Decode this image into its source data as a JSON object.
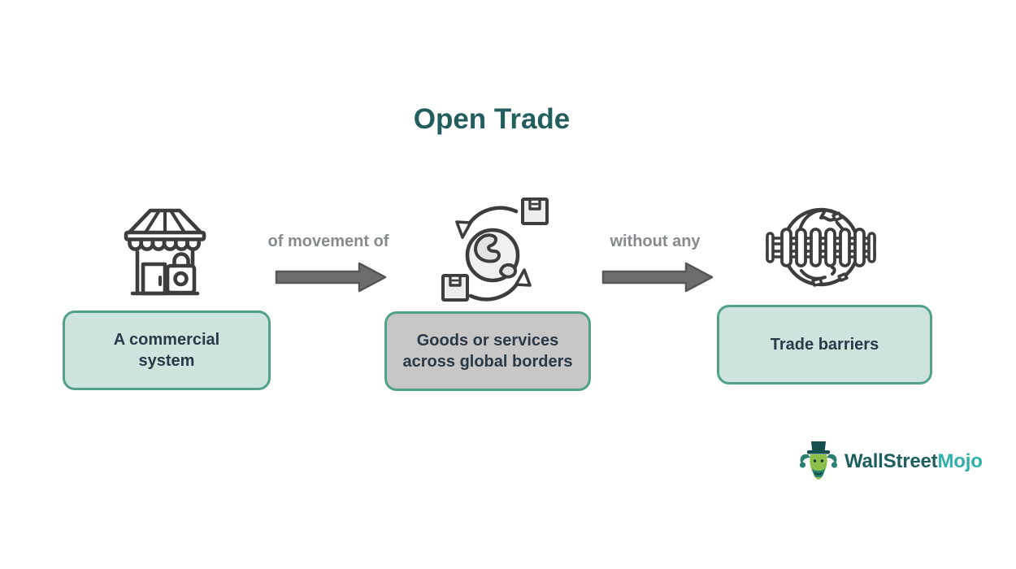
{
  "title": "Open Trade",
  "flow": {
    "nodes": [
      {
        "label": "A commercial system",
        "icon": "storefront-icon",
        "style": "mint"
      },
      {
        "label": "Goods or services across global borders",
        "icon": "global-trade-icon",
        "style": "gray"
      },
      {
        "label": "Trade barriers",
        "icon": "trade-barrier-globe-icon",
        "style": "mint"
      }
    ],
    "connectors": [
      {
        "label": "of movement of",
        "icon": "block-arrow-right-icon"
      },
      {
        "label": "without any",
        "icon": "block-arrow-right-icon"
      }
    ]
  },
  "branding": {
    "wordmark_primary": "WallStreet",
    "wordmark_secondary": "Mojo",
    "icon": "wallstreetmojo-bull-icon"
  },
  "colors": {
    "title_text": "#235e5e",
    "node_mint_bg": "#cde5de",
    "node_gray_bg": "#c7c7c7",
    "node_border": "#54a18b",
    "node_text": "#2b3845",
    "connector_text": "#858a8d",
    "arrow_fill": "#6d6d6d",
    "arrow_outline": "#565656",
    "icon_stroke": "#3d3d3d",
    "brand_primary": "#1d5e5e",
    "brand_secondary": "#2fb0ab"
  }
}
